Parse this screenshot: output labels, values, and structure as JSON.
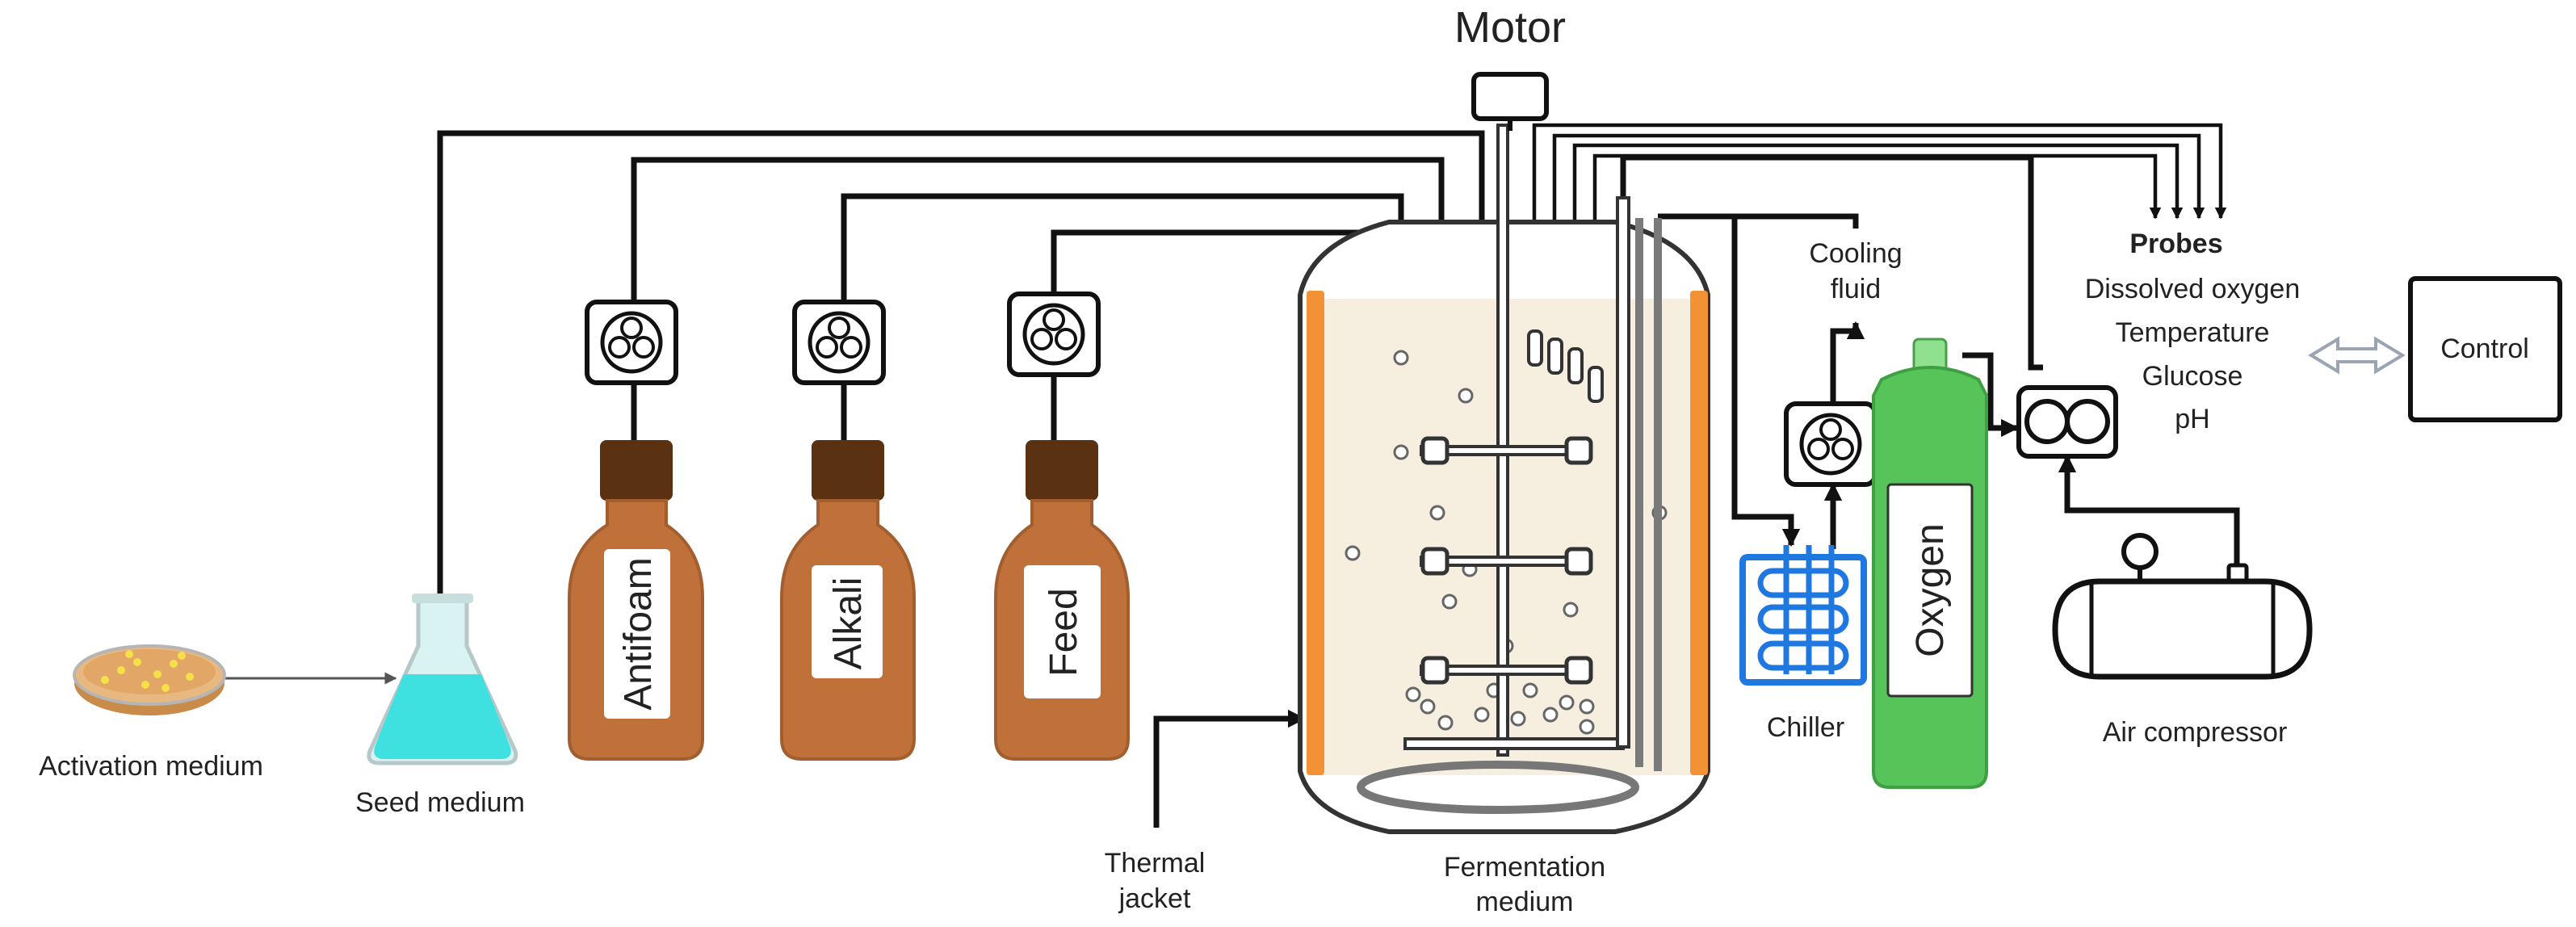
{
  "labels": {
    "motor": "Motor",
    "antifoam": "Antifoam",
    "alkali": "Alkali",
    "feed": "Feed",
    "activation_medium": "Activation medium",
    "seed_medium": "Seed medium",
    "thermal_jacket_line1": "Thermal",
    "thermal_jacket_line2": "jacket",
    "fermentation_medium_line1": "Fermentation",
    "fermentation_medium_line2": "medium",
    "cooling_fluid_line1": "Cooling",
    "cooling_fluid_line2": "fluid",
    "chiller": "Chiller",
    "oxygen": "Oxygen",
    "air_compressor": "Air compressor",
    "control": "Control"
  },
  "probes": {
    "title": "Probes",
    "items": [
      "Dissolved oxygen",
      "Temperature",
      "Glucose",
      "pH"
    ]
  },
  "colors": {
    "bottle": "#c0713a",
    "cap": "#5a3212",
    "jacket": "#f39235",
    "medium": "#f6efdf",
    "flask": "#3fe0e0",
    "cylinder": "#57c45a",
    "chiller": "#1f77e0",
    "lines": "#111111"
  }
}
